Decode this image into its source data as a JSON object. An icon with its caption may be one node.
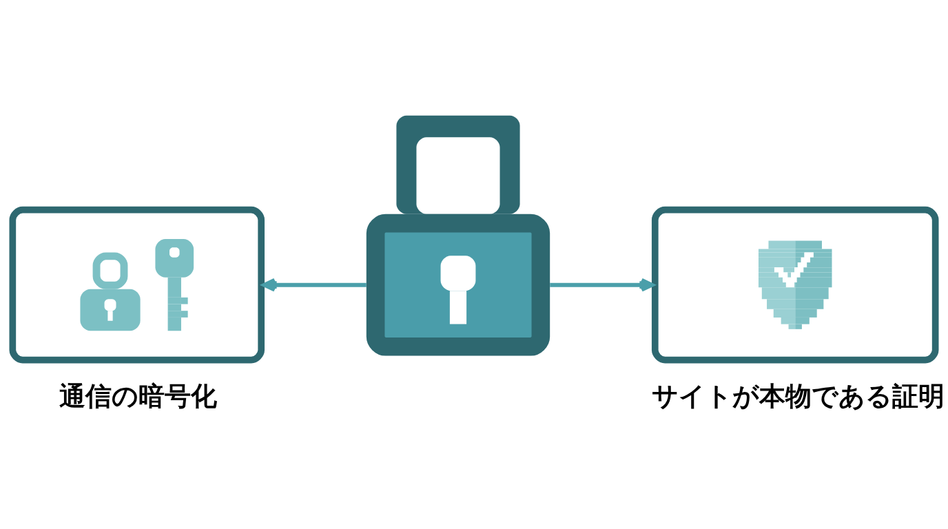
{
  "diagram": {
    "nodes": [
      {
        "text": [
          "通信の暗号化"
        ]
      },
      {
        "text": [],
        "shape": "picture"
      },
      {
        "text": [
          "サイトが本物である証明"
        ]
      }
    ],
    "edges": [
      {
        "from": 1,
        "to": 0,
        "arrow": "to"
      },
      {
        "from": 1,
        "to": 2,
        "arrow": "to"
      }
    ]
  }
}
